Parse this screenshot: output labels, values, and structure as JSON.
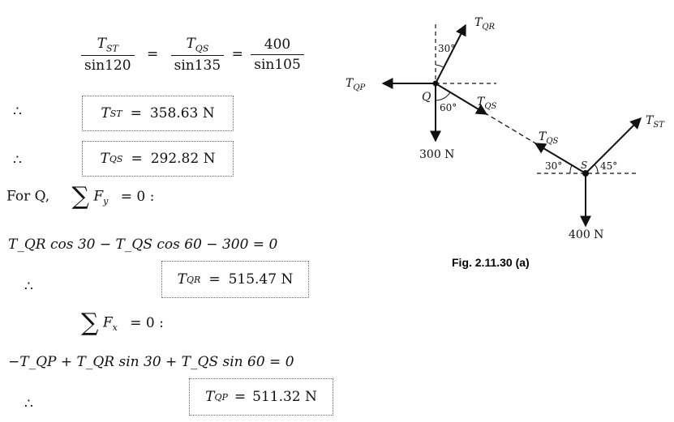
{
  "eq_ratio": {
    "f1_num": "T",
    "f1_num_sub": "ST",
    "f1_den": "sin120",
    "f2_num": "T",
    "f2_num_sub": "QS",
    "f2_den": "sin135",
    "f3_num": "400",
    "f3_den": "sin105",
    "equals": "="
  },
  "therefore": "∴",
  "result_tst": {
    "var": "T",
    "sub": "ST",
    "eq": "=",
    "value": "358.63 N"
  },
  "result_tqs": {
    "var": "T",
    "sub": "QS",
    "eq": "=",
    "value": "292.82 N"
  },
  "for_q": {
    "label": "For Q,",
    "sigma": "∑",
    "var": "F",
    "sub": "y",
    "rhs": "= 0 :"
  },
  "eq_fy": "T_QR cos 30 − T_QS cos 60 − 300 = 0",
  "result_tqr": {
    "var": "T",
    "sub": "QR",
    "eq": "=",
    "value": "515.47 N"
  },
  "sum_fx": {
    "sigma": "∑",
    "var": "F",
    "sub": "x",
    "rhs": "= 0 :"
  },
  "eq_fx": "−T_QP + T_QR sin 30 + T_QS sin 60 = 0",
  "result_tqp": {
    "var": "T",
    "sub": "QP",
    "eq": "=",
    "value": "511.32 N"
  },
  "figure": {
    "caption": "Fig. 2.11.30 (a)",
    "labels": {
      "tqr": "T",
      "tqr_sub": "QR",
      "tqp": "T",
      "tqp_sub": "QP",
      "tqs1": "T",
      "tqs1_sub": "QS",
      "tqs2": "T",
      "tqs2_sub": "QS",
      "tst": "T",
      "tst_sub": "ST",
      "node_q": "Q",
      "node_s": "S",
      "angle_30_top": "30°",
      "angle_60": "60°",
      "angle_30_s": "30°",
      "angle_45": "45°",
      "load_q": "300 N",
      "load_s": "400 N"
    }
  }
}
